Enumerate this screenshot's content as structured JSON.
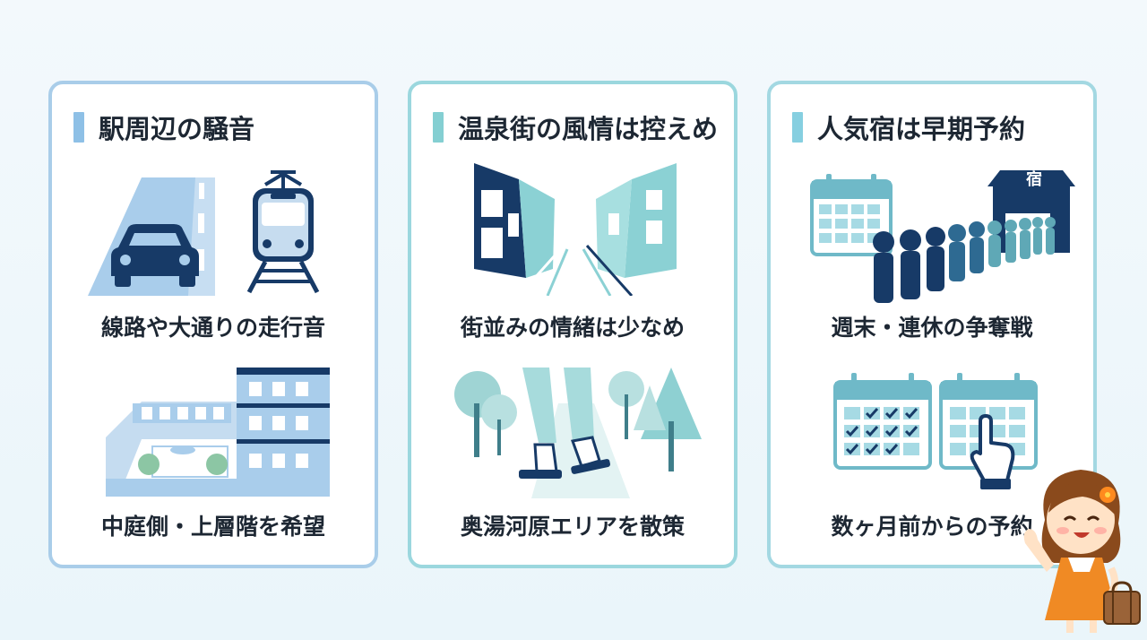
{
  "cards": [
    {
      "title": "駅周辺の騒音",
      "point1": "線路や大通りの走行音",
      "point2": "中庭側・上層階を希望",
      "accent": "#8ec0e6",
      "icons": [
        "car-road-icon",
        "train-icon",
        "courtyard-building-icon"
      ]
    },
    {
      "title": "温泉街の風情は控えめ",
      "point1": "街並みの情緒は少なめ",
      "point2": "奥湯河原エリアを散策",
      "accent": "#84cfd2",
      "icons": [
        "street-buildings-icon",
        "walking-geta-icon"
      ]
    },
    {
      "title": "人気宿は早期予約",
      "point1": "週末・連休の争奪戦",
      "point2": "数ヶ月前からの予約",
      "accent": "#86cfe0",
      "inn_sign": "宿",
      "icons": [
        "calendar-icon",
        "inn-queue-icon",
        "calendar-click-icon",
        "traveler-girl-icon"
      ]
    }
  ]
}
